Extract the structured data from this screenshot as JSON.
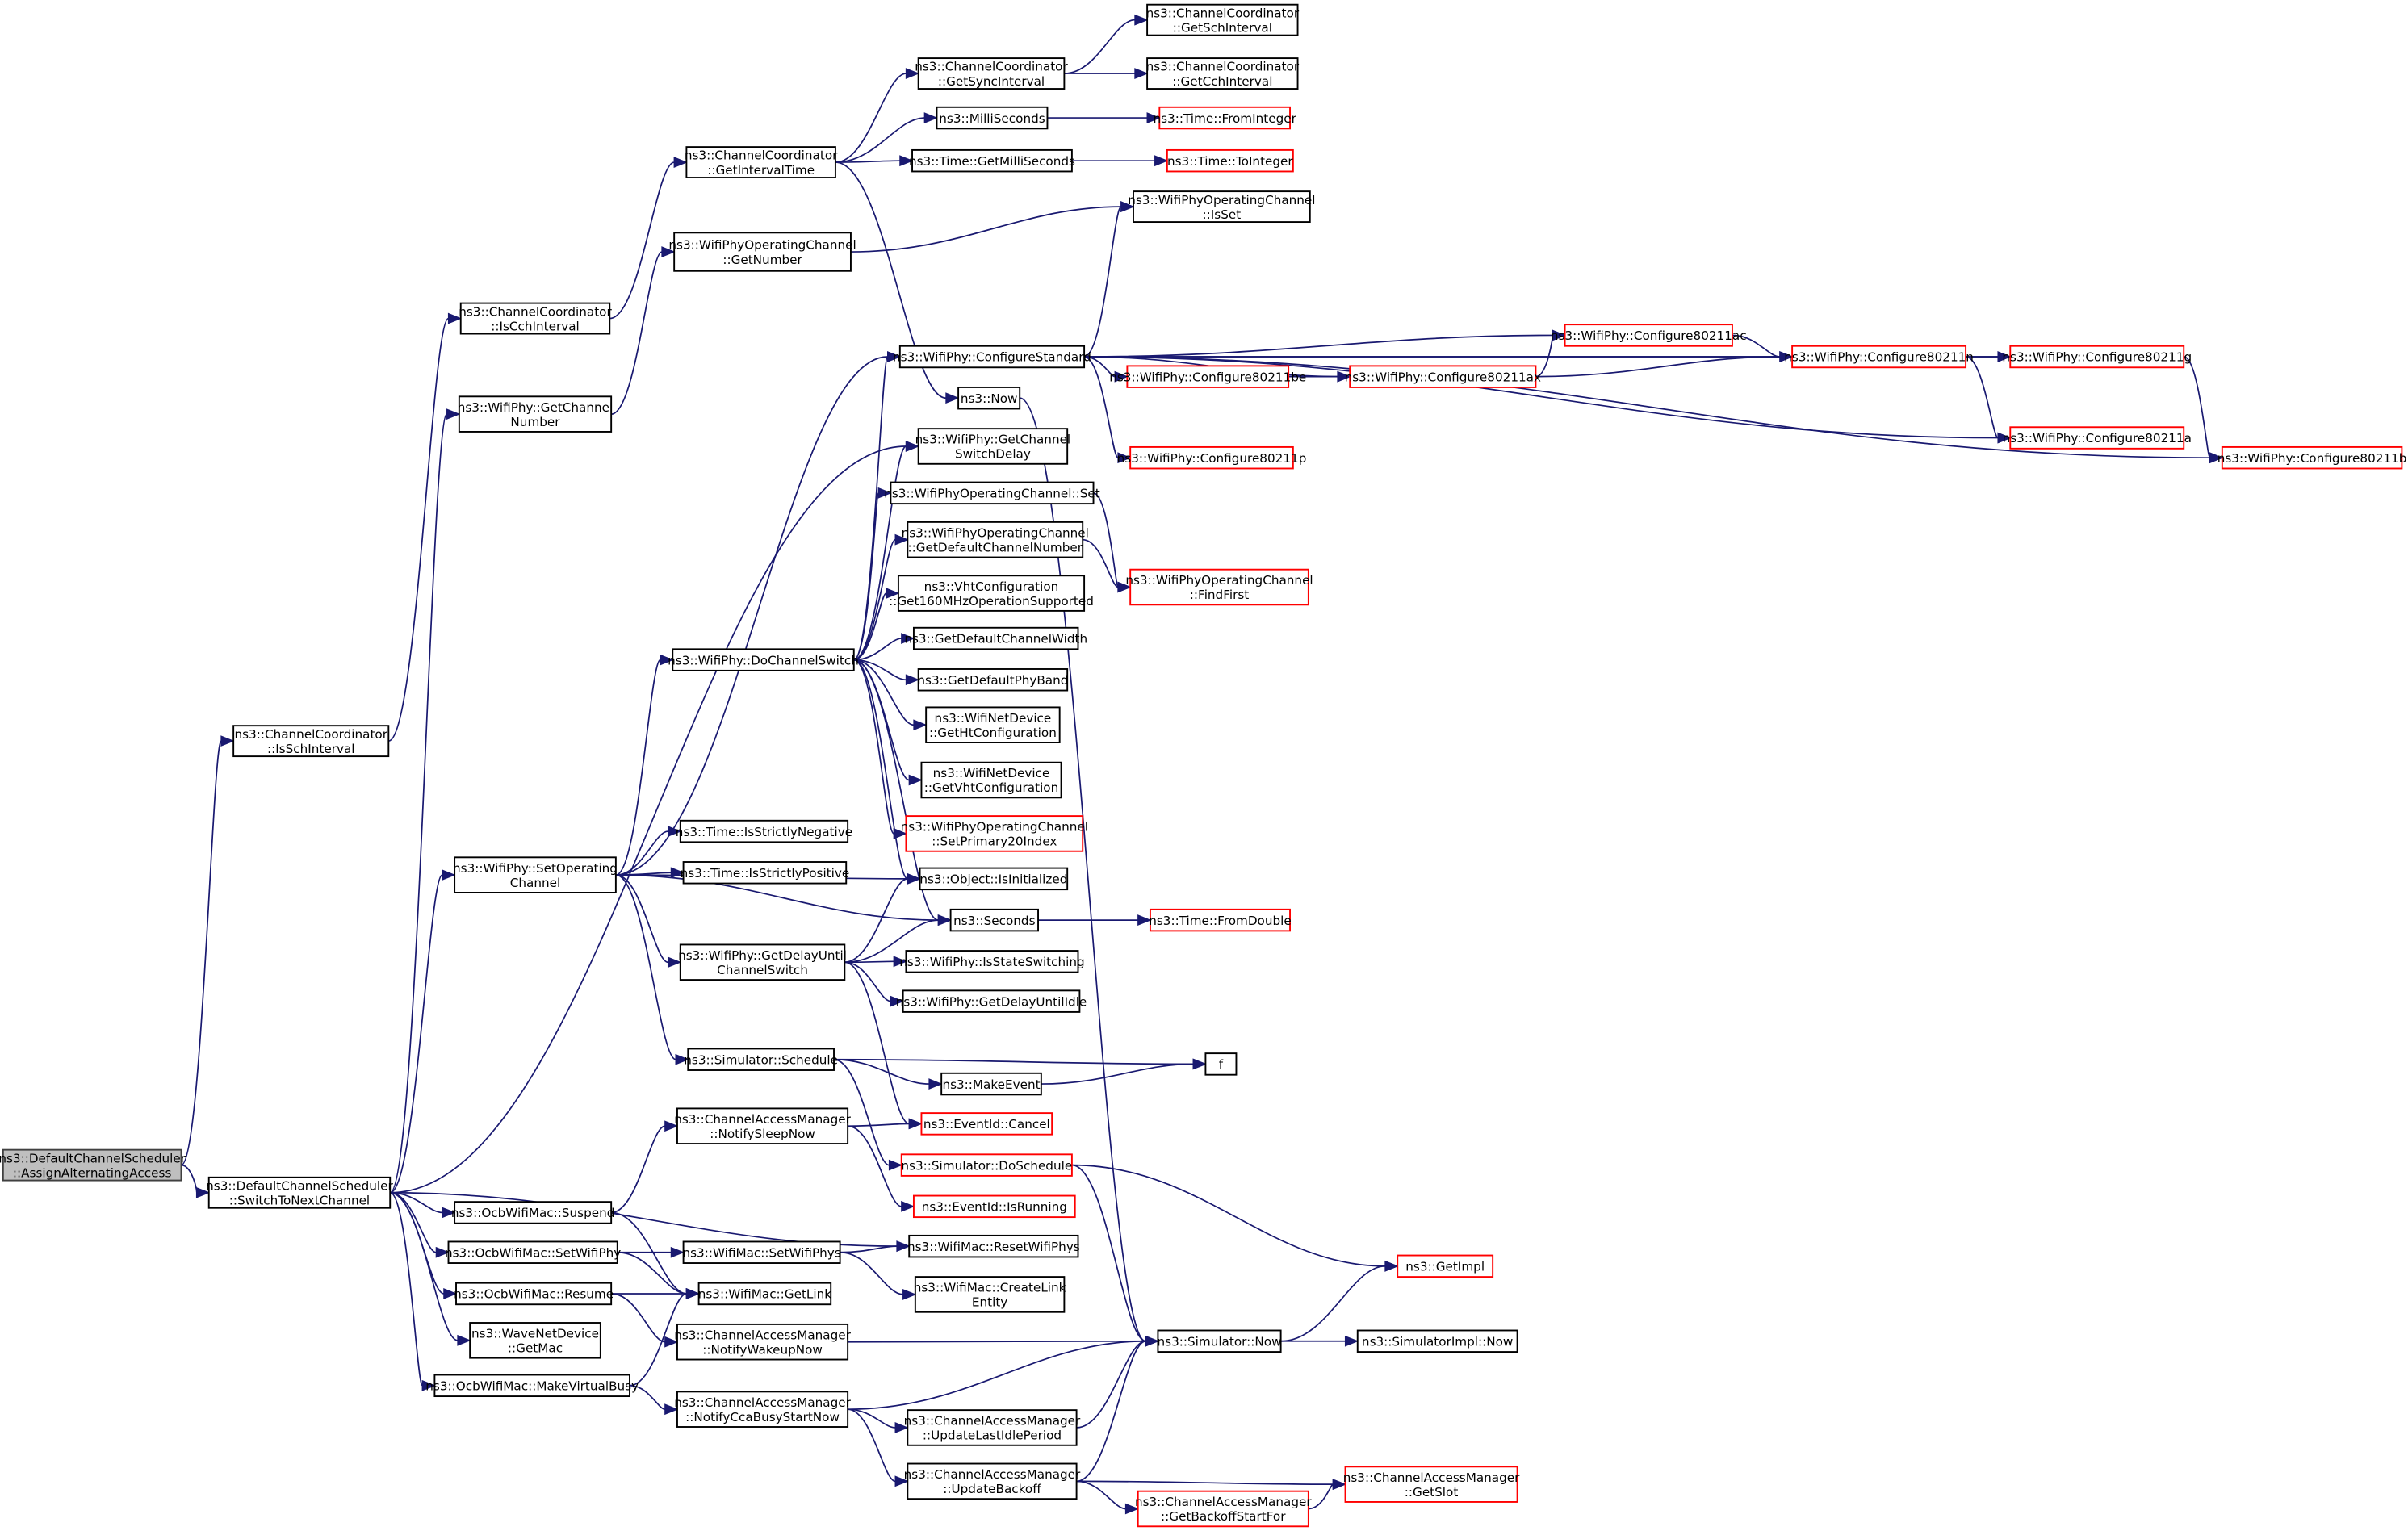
{
  "diagram": {
    "type": "call-graph",
    "colors": {
      "edge": "#191970",
      "node_border": "#000000",
      "external_node_border": "#ff0000",
      "root_fill": "#bfbfbf"
    },
    "nodes": [
      {
        "id": "assign",
        "lines": [
          "ns3::DefaultChannelScheduler",
          "::AssignAlternatingAccess"
        ],
        "kind": "root"
      },
      {
        "id": "switchnext",
        "lines": [
          "ns3::DefaultChannelScheduler",
          "::SwitchToNextChannel"
        ],
        "kind": "normal"
      },
      {
        "id": "isschint",
        "lines": [
          "ns3::ChannelCoordinator",
          "::IsSchInterval"
        ],
        "kind": "normal"
      },
      {
        "id": "iscchint",
        "lines": [
          "ns3::ChannelCoordinator",
          "::IsCchInterval"
        ],
        "kind": "normal"
      },
      {
        "id": "getintervaltime",
        "lines": [
          "ns3::ChannelCoordinator",
          "::GetIntervalTime"
        ],
        "kind": "normal"
      },
      {
        "id": "getsyncint",
        "lines": [
          "ns3::ChannelCoordinator",
          "::GetSyncInterval"
        ],
        "kind": "normal"
      },
      {
        "id": "getschint",
        "lines": [
          "ns3::ChannelCoordinator",
          "::GetSchInterval"
        ],
        "kind": "normal"
      },
      {
        "id": "getcchint",
        "lines": [
          "ns3::ChannelCoordinator",
          "::GetCchInterval"
        ],
        "kind": "normal"
      },
      {
        "id": "milliseconds",
        "lines": [
          "ns3::MilliSeconds"
        ],
        "kind": "normal"
      },
      {
        "id": "fromint",
        "lines": [
          "ns3::Time::FromInteger"
        ],
        "kind": "external"
      },
      {
        "id": "getms",
        "lines": [
          "ns3::Time::GetMilliSeconds"
        ],
        "kind": "normal"
      },
      {
        "id": "toint",
        "lines": [
          "ns3::Time::ToInteger"
        ],
        "kind": "external"
      },
      {
        "id": "isset",
        "lines": [
          "ns3::WifiPhyOperatingChannel",
          "::IsSet"
        ],
        "kind": "normal"
      },
      {
        "id": "getnumber",
        "lines": [
          "ns3::WifiPhyOperatingChannel",
          "::GetNumber"
        ],
        "kind": "normal"
      },
      {
        "id": "getchnum",
        "lines": [
          "ns3::WifiPhy::GetChannel",
          "Number"
        ],
        "kind": "normal"
      },
      {
        "id": "configstd",
        "lines": [
          "ns3::WifiPhy::ConfigureStandard"
        ],
        "kind": "normal"
      },
      {
        "id": "now",
        "lines": [
          "ns3::Now"
        ],
        "kind": "normal"
      },
      {
        "id": "cfgbe",
        "lines": [
          "ns3::WifiPhy::Configure80211be"
        ],
        "kind": "external"
      },
      {
        "id": "cfgax",
        "lines": [
          "ns3::WifiPhy::Configure80211ax"
        ],
        "kind": "external"
      },
      {
        "id": "cfgac",
        "lines": [
          "ns3::WifiPhy::Configure80211ac"
        ],
        "kind": "external"
      },
      {
        "id": "cfgn",
        "lines": [
          "ns3::WifiPhy::Configure80211n"
        ],
        "kind": "external"
      },
      {
        "id": "cfgg",
        "lines": [
          "ns3::WifiPhy::Configure80211g"
        ],
        "kind": "external"
      },
      {
        "id": "cfga",
        "lines": [
          "ns3::WifiPhy::Configure80211a"
        ],
        "kind": "external"
      },
      {
        "id": "cfgb",
        "lines": [
          "ns3::WifiPhy::Configure80211b"
        ],
        "kind": "external"
      },
      {
        "id": "cfgp",
        "lines": [
          "ns3::WifiPhy::Configure80211p"
        ],
        "kind": "external"
      },
      {
        "id": "getswdelay",
        "lines": [
          "ns3::WifiPhy::GetChannel",
          "SwitchDelay"
        ],
        "kind": "normal"
      },
      {
        "id": "opchset",
        "lines": [
          "ns3::WifiPhyOperatingChannel::Set"
        ],
        "kind": "normal"
      },
      {
        "id": "getdefchnum",
        "lines": [
          "ns3::WifiPhyOperatingChannel",
          "::GetDefaultChannelNumber"
        ],
        "kind": "normal"
      },
      {
        "id": "findfirst",
        "lines": [
          "ns3::WifiPhyOperatingChannel",
          "::FindFirst"
        ],
        "kind": "external"
      },
      {
        "id": "get160",
        "lines": [
          "ns3::VhtConfiguration",
          "::Get160MHzOperationSupported"
        ],
        "kind": "normal"
      },
      {
        "id": "dochswitch",
        "lines": [
          "ns3::WifiPhy::DoChannelSwitch"
        ],
        "kind": "normal"
      },
      {
        "id": "getdefchw",
        "lines": [
          "ns3::GetDefaultChannelWidth"
        ],
        "kind": "normal"
      },
      {
        "id": "getdefband",
        "lines": [
          "ns3::GetDefaultPhyBand"
        ],
        "kind": "normal"
      },
      {
        "id": "gethtcfg",
        "lines": [
          "ns3::WifiNetDevice",
          "::GetHtConfiguration"
        ],
        "kind": "normal"
      },
      {
        "id": "getvhtcfg",
        "lines": [
          "ns3::WifiNetDevice",
          "::GetVhtConfiguration"
        ],
        "kind": "normal"
      },
      {
        "id": "setprim20",
        "lines": [
          "ns3::WifiPhyOperatingChannel",
          "::SetPrimary20Index"
        ],
        "kind": "external"
      },
      {
        "id": "setopch",
        "lines": [
          "ns3::WifiPhy::SetOperating",
          "Channel"
        ],
        "kind": "normal"
      },
      {
        "id": "strictneg",
        "lines": [
          "ns3::Time::IsStrictlyNegative"
        ],
        "kind": "normal"
      },
      {
        "id": "strictpos",
        "lines": [
          "ns3::Time::IsStrictlyPositive"
        ],
        "kind": "normal"
      },
      {
        "id": "isinit",
        "lines": [
          "ns3::Object::IsInitialized"
        ],
        "kind": "normal"
      },
      {
        "id": "seconds",
        "lines": [
          "ns3::Seconds"
        ],
        "kind": "normal"
      },
      {
        "id": "fromdouble",
        "lines": [
          "ns3::Time::FromDouble"
        ],
        "kind": "external"
      },
      {
        "id": "getdelayswitch",
        "lines": [
          "ns3::WifiPhy::GetDelayUntil",
          "ChannelSwitch"
        ],
        "kind": "normal"
      },
      {
        "id": "isstatesw",
        "lines": [
          "ns3::WifiPhy::IsStateSwitching"
        ],
        "kind": "normal"
      },
      {
        "id": "getdelayidle",
        "lines": [
          "ns3::WifiPhy::GetDelayUntilIdle"
        ],
        "kind": "normal"
      },
      {
        "id": "schedule",
        "lines": [
          "ns3::Simulator::Schedule"
        ],
        "kind": "normal"
      },
      {
        "id": "f",
        "lines": [
          "f"
        ],
        "kind": "normal"
      },
      {
        "id": "makeevent",
        "lines": [
          "ns3::MakeEvent"
        ],
        "kind": "normal"
      },
      {
        "id": "notifysleep",
        "lines": [
          "ns3::ChannelAccessManager",
          "::NotifySleepNow"
        ],
        "kind": "normal"
      },
      {
        "id": "cancel",
        "lines": [
          "ns3::EventId::Cancel"
        ],
        "kind": "external"
      },
      {
        "id": "doschedule",
        "lines": [
          "ns3::Simulator::DoSchedule"
        ],
        "kind": "external"
      },
      {
        "id": "isrunning",
        "lines": [
          "ns3::EventId::IsRunning"
        ],
        "kind": "external"
      },
      {
        "id": "suspend",
        "lines": [
          "ns3::OcbWifiMac::Suspend"
        ],
        "kind": "normal"
      },
      {
        "id": "setwifiphy",
        "lines": [
          "ns3::OcbWifiMac::SetWifiPhy"
        ],
        "kind": "normal"
      },
      {
        "id": "setwifiphys",
        "lines": [
          "ns3::WifiMac::SetWifiPhys"
        ],
        "kind": "normal"
      },
      {
        "id": "resetphys",
        "lines": [
          "ns3::WifiMac::ResetWifiPhys"
        ],
        "kind": "normal"
      },
      {
        "id": "createlink",
        "lines": [
          "ns3::WifiMac::CreateLink",
          "Entity"
        ],
        "kind": "normal"
      },
      {
        "id": "getimpl",
        "lines": [
          "ns3::GetImpl"
        ],
        "kind": "external"
      },
      {
        "id": "resume",
        "lines": [
          "ns3::OcbWifiMac::Resume"
        ],
        "kind": "normal"
      },
      {
        "id": "getlink",
        "lines": [
          "ns3::WifiMac::GetLink"
        ],
        "kind": "normal"
      },
      {
        "id": "getmac",
        "lines": [
          "ns3::WaveNetDevice",
          "::GetMac"
        ],
        "kind": "normal"
      },
      {
        "id": "notifywakeup",
        "lines": [
          "ns3::ChannelAccessManager",
          "::NotifyWakeupNow"
        ],
        "kind": "normal"
      },
      {
        "id": "simnow",
        "lines": [
          "ns3::Simulator::Now"
        ],
        "kind": "normal"
      },
      {
        "id": "simimplnow",
        "lines": [
          "ns3::SimulatorImpl::Now"
        ],
        "kind": "normal"
      },
      {
        "id": "virtualbusy",
        "lines": [
          "ns3::OcbWifiMac::MakeVirtualBusy"
        ],
        "kind": "normal"
      },
      {
        "id": "ccabusy",
        "lines": [
          "ns3::ChannelAccessManager",
          "::NotifyCcaBusyStartNow"
        ],
        "kind": "normal"
      },
      {
        "id": "updidle",
        "lines": [
          "ns3::ChannelAccessManager",
          "::UpdateLastIdlePeriod"
        ],
        "kind": "normal"
      },
      {
        "id": "updbackoff",
        "lines": [
          "ns3::ChannelAccessManager",
          "::UpdateBackoff"
        ],
        "kind": "normal"
      },
      {
        "id": "getbackoffstart",
        "lines": [
          "ns3::ChannelAccessManager",
          "::GetBackoffStartFor"
        ],
        "kind": "external"
      },
      {
        "id": "getslot",
        "lines": [
          "ns3::ChannelAccessManager",
          "::GetSlot"
        ],
        "kind": "external"
      }
    ],
    "edges": [
      [
        "assign",
        "switchnext"
      ],
      [
        "assign",
        "isschint"
      ],
      [
        "isschint",
        "iscchint"
      ],
      [
        "iscchint",
        "getintervaltime"
      ],
      [
        "getintervaltime",
        "getsyncint"
      ],
      [
        "getintervaltime",
        "milliseconds"
      ],
      [
        "getintervaltime",
        "getms"
      ],
      [
        "getintervaltime",
        "now"
      ],
      [
        "getsyncint",
        "getschint"
      ],
      [
        "getsyncint",
        "getcchint"
      ],
      [
        "milliseconds",
        "fromint"
      ],
      [
        "getms",
        "toint"
      ],
      [
        "switchnext",
        "getchnum"
      ],
      [
        "getchnum",
        "getnumber"
      ],
      [
        "getnumber",
        "isset"
      ],
      [
        "switchnext",
        "setopch"
      ],
      [
        "switchnext",
        "getswdelay"
      ],
      [
        "switchnext",
        "resetphys"
      ],
      [
        "switchnext",
        "suspend"
      ],
      [
        "switchnext",
        "setwifiphy"
      ],
      [
        "switchnext",
        "resume"
      ],
      [
        "switchnext",
        "getmac"
      ],
      [
        "switchnext",
        "virtualbusy"
      ],
      [
        "setopch",
        "configstd"
      ],
      [
        "setopch",
        "dochswitch"
      ],
      [
        "setopch",
        "strictneg"
      ],
      [
        "setopch",
        "strictpos"
      ],
      [
        "setopch",
        "isinit"
      ],
      [
        "setopch",
        "getdelayswitch"
      ],
      [
        "setopch",
        "schedule"
      ],
      [
        "setopch",
        "seconds"
      ],
      [
        "configstd",
        "isset"
      ],
      [
        "configstd",
        "cfgbe"
      ],
      [
        "configstd",
        "cfgax"
      ],
      [
        "configstd",
        "cfgac"
      ],
      [
        "configstd",
        "cfgn"
      ],
      [
        "configstd",
        "cfgg"
      ],
      [
        "configstd",
        "cfga"
      ],
      [
        "configstd",
        "cfgb"
      ],
      [
        "configstd",
        "cfgp"
      ],
      [
        "cfgbe",
        "cfgax"
      ],
      [
        "cfgax",
        "cfgac"
      ],
      [
        "cfgax",
        "cfgn"
      ],
      [
        "cfgac",
        "cfgn"
      ],
      [
        "cfgn",
        "cfgg"
      ],
      [
        "cfgn",
        "cfga"
      ],
      [
        "cfgg",
        "cfgb"
      ],
      [
        "dochswitch",
        "configstd"
      ],
      [
        "dochswitch",
        "getswdelay"
      ],
      [
        "dochswitch",
        "opchset"
      ],
      [
        "dochswitch",
        "getdefchnum"
      ],
      [
        "dochswitch",
        "get160"
      ],
      [
        "dochswitch",
        "getdefchw"
      ],
      [
        "dochswitch",
        "getdefband"
      ],
      [
        "dochswitch",
        "gethtcfg"
      ],
      [
        "dochswitch",
        "getvhtcfg"
      ],
      [
        "dochswitch",
        "setprim20"
      ],
      [
        "dochswitch",
        "isinit"
      ],
      [
        "dochswitch",
        "seconds"
      ],
      [
        "opchset",
        "findfirst"
      ],
      [
        "getdefchnum",
        "findfirst"
      ],
      [
        "now",
        "simnow"
      ],
      [
        "seconds",
        "fromdouble"
      ],
      [
        "getdelayswitch",
        "isinit"
      ],
      [
        "getdelayswitch",
        "seconds"
      ],
      [
        "getdelayswitch",
        "isstatesw"
      ],
      [
        "getdelayswitch",
        "getdelayidle"
      ],
      [
        "getdelayswitch",
        "cancel"
      ],
      [
        "schedule",
        "f"
      ],
      [
        "schedule",
        "makeevent"
      ],
      [
        "schedule",
        "doschedule"
      ],
      [
        "makeevent",
        "f"
      ],
      [
        "suspend",
        "notifysleep"
      ],
      [
        "suspend",
        "getlink"
      ],
      [
        "notifysleep",
        "cancel"
      ],
      [
        "notifysleep",
        "isrunning"
      ],
      [
        "doschedule",
        "getimpl"
      ],
      [
        "doschedule",
        "simnow"
      ],
      [
        "setwifiphy",
        "setwifiphys"
      ],
      [
        "setwifiphy",
        "getlink"
      ],
      [
        "setwifiphys",
        "resetphys"
      ],
      [
        "setwifiphys",
        "createlink"
      ],
      [
        "resume",
        "getlink"
      ],
      [
        "resume",
        "notifywakeup"
      ],
      [
        "virtualbusy",
        "getlink"
      ],
      [
        "virtualbusy",
        "ccabusy"
      ],
      [
        "notifywakeup",
        "simnow"
      ],
      [
        "simnow",
        "getimpl"
      ],
      [
        "simnow",
        "simimplnow"
      ],
      [
        "ccabusy",
        "simnow"
      ],
      [
        "ccabusy",
        "updidle"
      ],
      [
        "ccabusy",
        "updbackoff"
      ],
      [
        "updidle",
        "simnow"
      ],
      [
        "updbackoff",
        "simnow"
      ],
      [
        "updbackoff",
        "getslot"
      ],
      [
        "updbackoff",
        "getbackoffstart"
      ],
      [
        "getbackoffstart",
        "getslot"
      ]
    ]
  }
}
